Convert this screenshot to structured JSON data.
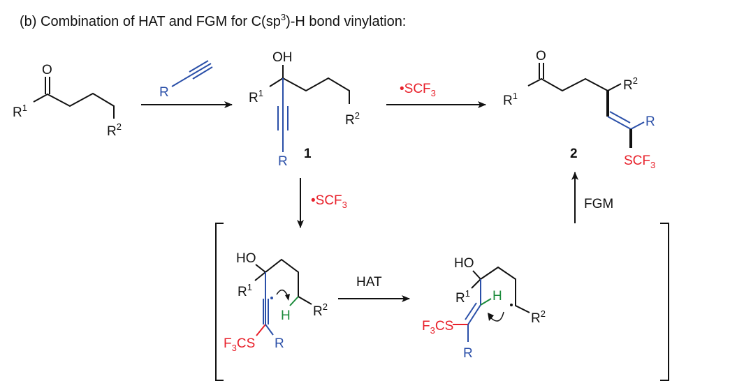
{
  "title": "(b) Combination of HAT and FGM for C(sp",
  "title_sup": "3",
  "title_end": ")-H bond vinylation:",
  "atoms": {
    "O": "O",
    "OH": "OH",
    "HO": "HO",
    "R": "R",
    "H": "H",
    "sup1": "1",
    "sup2": "2",
    "SCF": "SCF",
    "F": "F",
    "CS": "CS",
    "sub3": "3",
    "radical": "•"
  },
  "labels": {
    "compound1": "1",
    "compound2": "2",
    "hat": "HAT",
    "fgm": "FGM"
  },
  "colors": {
    "blue": "#2a4fa8",
    "red": "#e8202a",
    "green": "#1a8a3a"
  }
}
